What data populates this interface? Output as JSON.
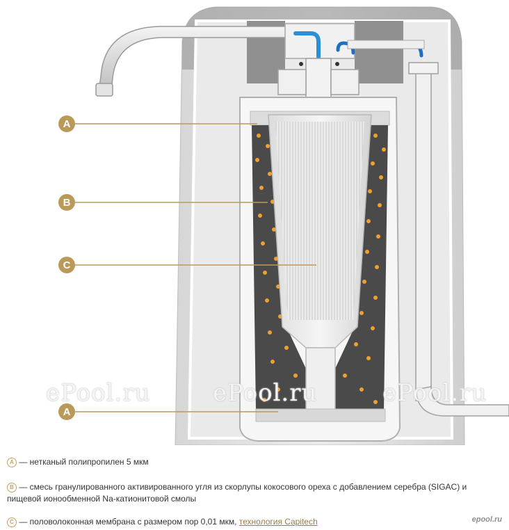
{
  "callouts": [
    {
      "label": "A"
    },
    {
      "label": "B"
    },
    {
      "label": "C"
    },
    {
      "label": "A"
    }
  ],
  "watermarks": [
    "ePool.ru",
    "ePool.ru",
    "ePool.ru"
  ],
  "legend": [
    {
      "letter": "A",
      "text": "— нетканый полипропилен 5 мкм"
    },
    {
      "letter": "B",
      "text": "— смесь гранулированного активированного угля из скорлупы кокосового ореха с добавлением серебра (SIGAC) и пищевой ионообменной Na-катионитовой смолы"
    },
    {
      "letter": "C",
      "text": "— половолоконная мембрана с размером пор 0,01 мкм, ",
      "link": "технология Capitech"
    }
  ],
  "brand": "epool.ru",
  "colors": {
    "callout": "#b99a5a",
    "body": "#e6e6e6",
    "granules": "#f0a030",
    "carbon": "#4a4a4a",
    "water": "#2b8fd6"
  }
}
